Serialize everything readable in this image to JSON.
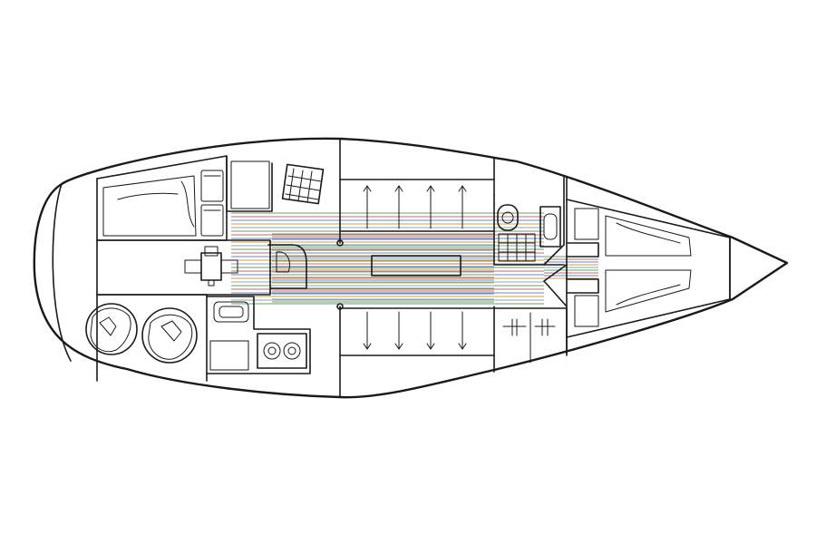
{
  "diagram": {
    "kind": "yacht-interior-layout",
    "orientation": "bow-right",
    "colors": {
      "background": "#ffffff",
      "line": "#1a1a1a",
      "wood_stripes": [
        "#7a9a6a",
        "#b07070",
        "#6f86b0",
        "#c0a060",
        "#8aa8a8"
      ]
    },
    "compartments": [
      "aft-cabin",
      "cockpit-lockers",
      "nav-station",
      "galley",
      "saloon",
      "head",
      "hanging-locker",
      "forward-v-berth",
      "anchor-locker"
    ]
  }
}
